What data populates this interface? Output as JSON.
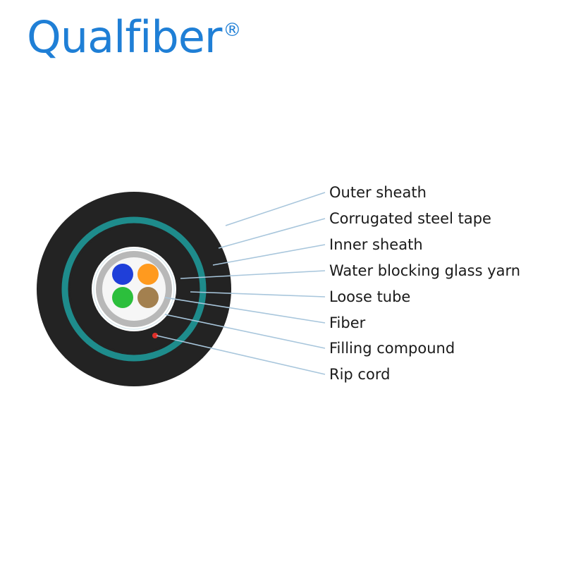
{
  "brand": {
    "name": "Qualfiber",
    "registered_mark": "®",
    "color": "#1f7fd6"
  },
  "cable": {
    "colors": {
      "outer_sheath": "#232323",
      "steel_tape": "#1e8c8c",
      "inner_sheath": "#232323",
      "yarn": "#ffffff",
      "loose_tube": "#b8b8b8",
      "filling": "#f6f6f6",
      "rip_cord": "#e0302a",
      "leader_line": "#a8c6dc"
    },
    "fibers": [
      {
        "name": "blue",
        "color": "#1f3fd9"
      },
      {
        "name": "orange",
        "color": "#ff9a1f"
      },
      {
        "name": "green",
        "color": "#2cbf3c"
      },
      {
        "name": "brown",
        "color": "#a3804f"
      }
    ]
  },
  "labels": [
    {
      "id": "outer-sheath",
      "text": "Outer sheath"
    },
    {
      "id": "corrugated-steel-tape",
      "text": "Corrugated steel tape"
    },
    {
      "id": "inner-sheath",
      "text": "Inner sheath"
    },
    {
      "id": "water-blocking-glass-yarn",
      "text": "Water blocking glass yarn"
    },
    {
      "id": "loose-tube",
      "text": "Loose tube"
    },
    {
      "id": "fiber",
      "text": "Fiber"
    },
    {
      "id": "filling-compound",
      "text": "Filling compound"
    },
    {
      "id": "rip-cord",
      "text": "Rip cord"
    }
  ]
}
